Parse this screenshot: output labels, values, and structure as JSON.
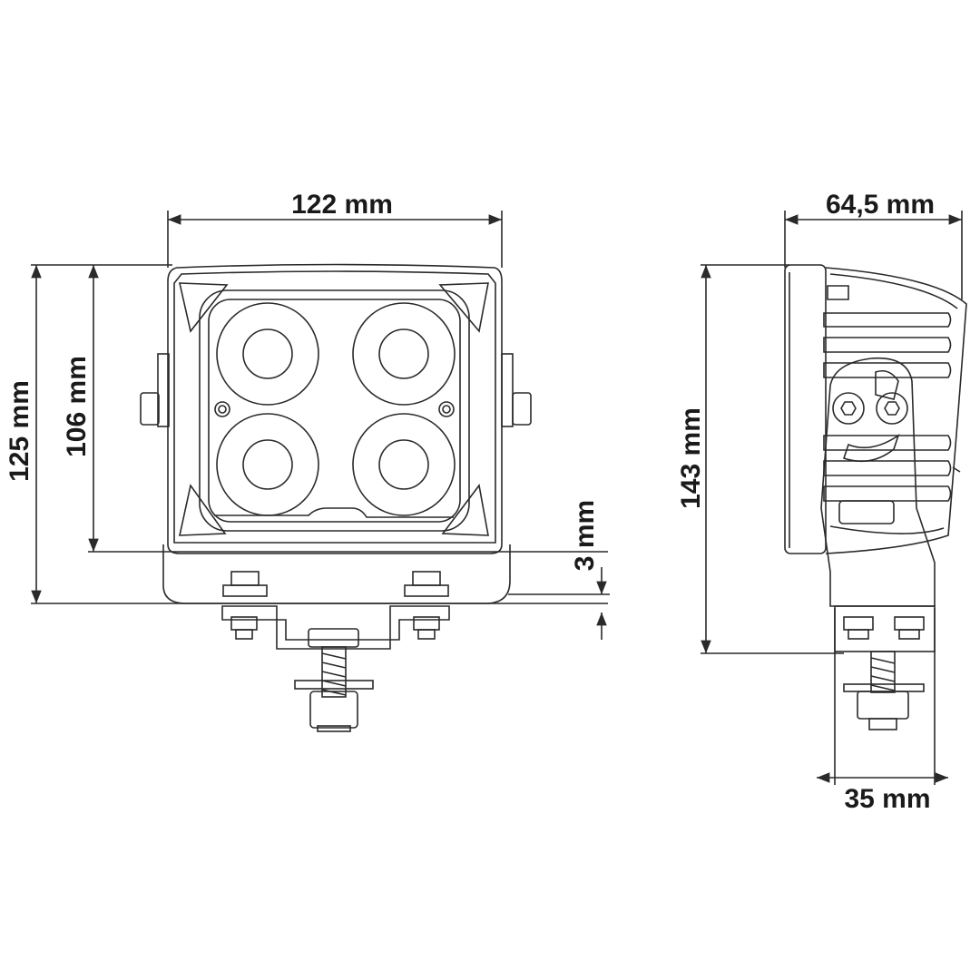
{
  "title": "Work light dimensional drawing",
  "colors": {
    "line": "#2a2a2a",
    "background": "#ffffff"
  },
  "front_view": {
    "width_label": "122 mm",
    "total_height_label": "125 mm",
    "housing_height_label": "106 mm",
    "offset_label": "3 mm"
  },
  "side_view": {
    "depth_label": "64,5 mm",
    "total_height_label": "143 mm",
    "bracket_width_label": "35 mm"
  }
}
